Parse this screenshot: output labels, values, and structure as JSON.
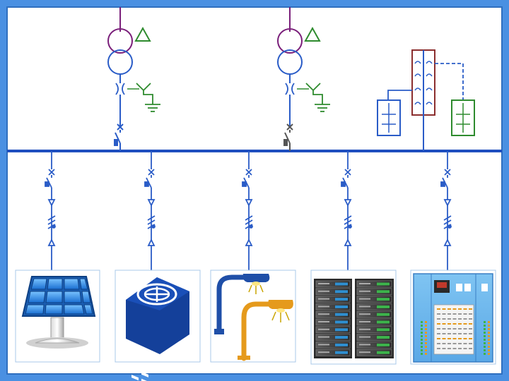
{
  "diagram": {
    "type": "single-line electrical diagram",
    "colors": {
      "frame": "#4a90e2",
      "bus": "#1f4fbf",
      "line": "#2a5cc7",
      "transformer_primary": "#7a1f7a",
      "transformer_secondary": "#2a5cc7",
      "grounding": "#2e8b2e",
      "delta_symbol": "#2e8b2e",
      "breaker_secondary": "#555555",
      "panel_outline": "#8b2e2e",
      "orange": "#e59a1c"
    },
    "incomers": [
      {
        "name": "transformer-1",
        "primary_color": "#7a1f7a",
        "delta": true,
        "grounding": true,
        "breaker": "closed"
      },
      {
        "name": "transformer-2",
        "primary_color": "#7a1f7a",
        "delta": true,
        "grounding": true,
        "breaker": "open"
      }
    ],
    "feeders": [
      {
        "name": "solar-panel",
        "icon": "solar-panel-icon"
      },
      {
        "name": "hvac-unit",
        "icon": "hvac-unit-icon"
      },
      {
        "name": "street-lights",
        "icon": "street-light-icon"
      },
      {
        "name": "server-rack",
        "icon": "server-rack-icon"
      },
      {
        "name": "control-panel",
        "icon": "control-panel-icon"
      }
    ]
  }
}
